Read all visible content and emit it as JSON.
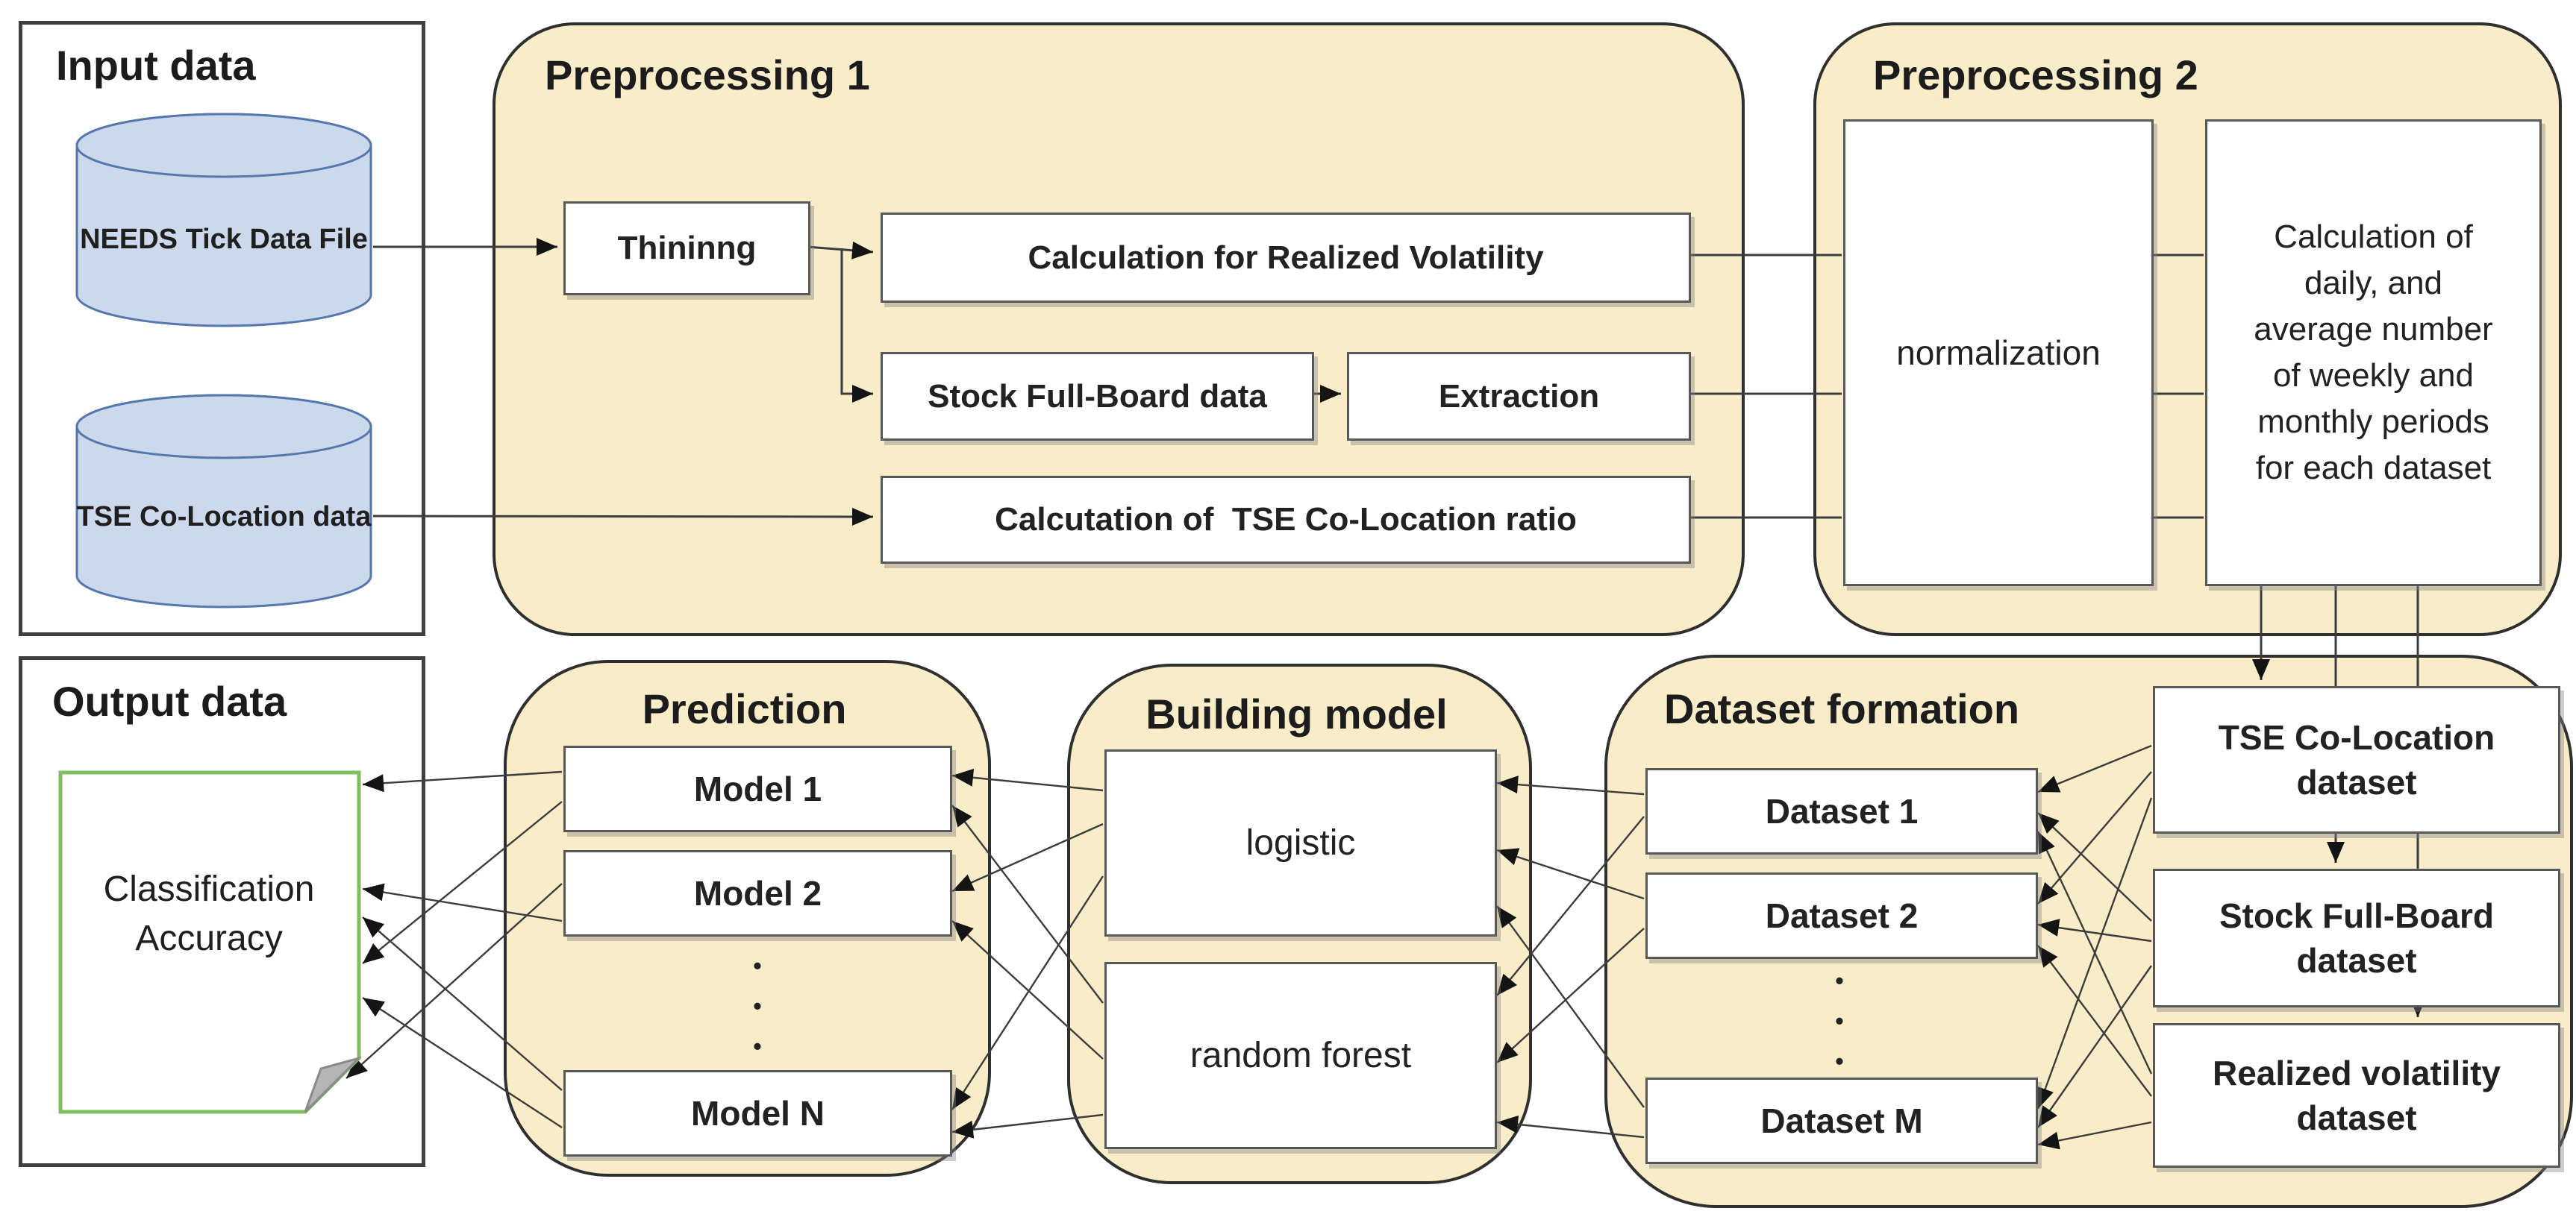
{
  "colors": {
    "container_fill": "#f9ecc8",
    "container_border": "#2f2f2f",
    "cylinder_fill": "#ccd9ed",
    "cylinder_border": "#5577ad",
    "document_border": "#7fbf5f",
    "document_fold": "#b5b5b5",
    "arrow": "#1a1a1a",
    "line": "#3c3c3c"
  },
  "panels": {
    "input": {
      "title": "Input data",
      "cylinders": [
        {
          "label": "NEEDS Tick Data File"
        },
        {
          "label": "TSE Co-Location data"
        }
      ]
    },
    "output": {
      "title": "Output data",
      "document_label": "Classification\nAccuracy"
    }
  },
  "containers": {
    "preprocessing1": {
      "title": "Preprocessing 1",
      "boxes": {
        "thinning": "Thininng",
        "realized_volatility": "Calculation for Realized Volatility",
        "stock_full_board": "Stock Full-Board data",
        "extraction": "Extraction",
        "colocation_ratio": "Calcutation of  TSE Co-Location ratio"
      }
    },
    "preprocessing2": {
      "title": "Preprocessing 2",
      "boxes": {
        "normalization": "normalization",
        "period_calculation": "Calculation of\ndaily, and\naverage number\nof weekly and\nmonthly periods\nfor each dataset"
      }
    },
    "prediction": {
      "title": "Prediction",
      "boxes": {
        "model1": "Model 1",
        "model2": "Model 2",
        "modelN": "Model N"
      },
      "ellipsis": "•\n•\n•"
    },
    "building_model": {
      "title": "Building model",
      "boxes": {
        "logistic": "logistic",
        "random_forest": "random forest"
      }
    },
    "dataset_formation": {
      "title": "Dataset formation",
      "boxes": {
        "dataset1": "Dataset 1",
        "dataset2": "Dataset 2",
        "datasetM": "Dataset M",
        "tse_dataset": "TSE Co-Location\ndataset",
        "stock_dataset": "Stock Full-Board\ndataset",
        "rv_dataset": "Realized volatility\ndataset"
      },
      "ellipsis": "•\n•\n•"
    }
  }
}
